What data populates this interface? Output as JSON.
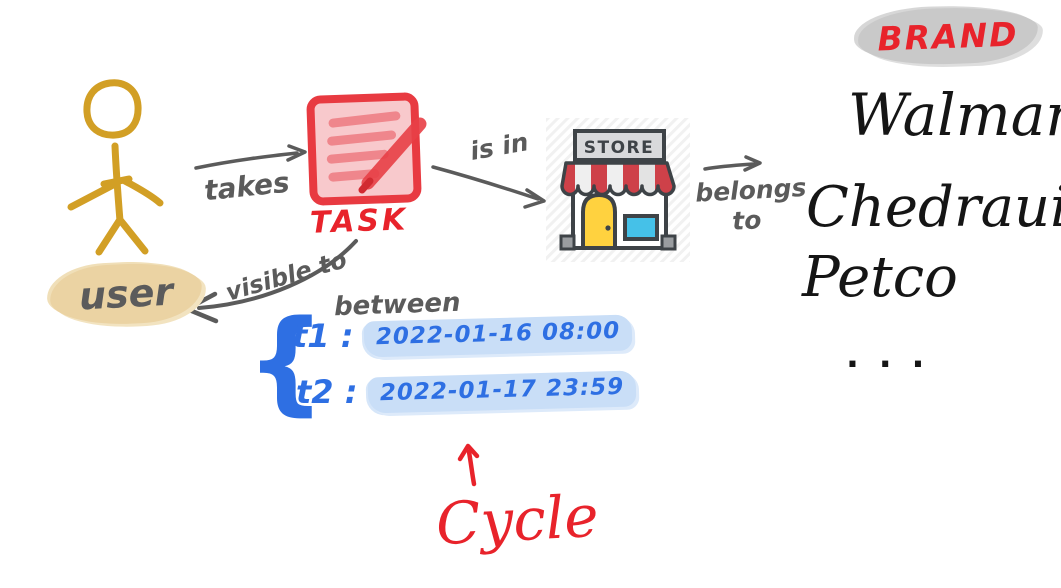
{
  "diagram": {
    "user": {
      "label": "user"
    },
    "task": {
      "label": "TASK"
    },
    "store": {
      "sign": "STORE"
    },
    "brand": {
      "label": "BRAND",
      "items": [
        "Walmart",
        "Chedraui",
        "Petco",
        ". . ."
      ]
    },
    "edges": {
      "takes": "takes",
      "is_in": "is in",
      "belongs_to": "belongs to",
      "visible_to": "visible to",
      "between": "between"
    },
    "cycle": {
      "label": "Cycle",
      "brace": "{",
      "t1_label": "t1 :",
      "t1_value": "2022-01-16 08:00",
      "t2_label": "t2 :",
      "t2_value": "2022-01-17 23:59"
    }
  },
  "colors": {
    "ink_gray": "#5b5b5b",
    "ink_red": "#e8232b",
    "ink_blue": "#2e6fe3",
    "ink_black": "#151515",
    "stick_gold": "#d29f25",
    "highlight_tan": "#ebd3a3",
    "highlight_blue": "#c9def7",
    "highlight_gray": "#c9c9c9",
    "task_pad_fill": "#f8c9cc",
    "store_red": "#ce4149",
    "store_yellow": "#ffd23f",
    "store_window_blue": "#45c1e8",
    "store_outline": "#3e4347"
  }
}
